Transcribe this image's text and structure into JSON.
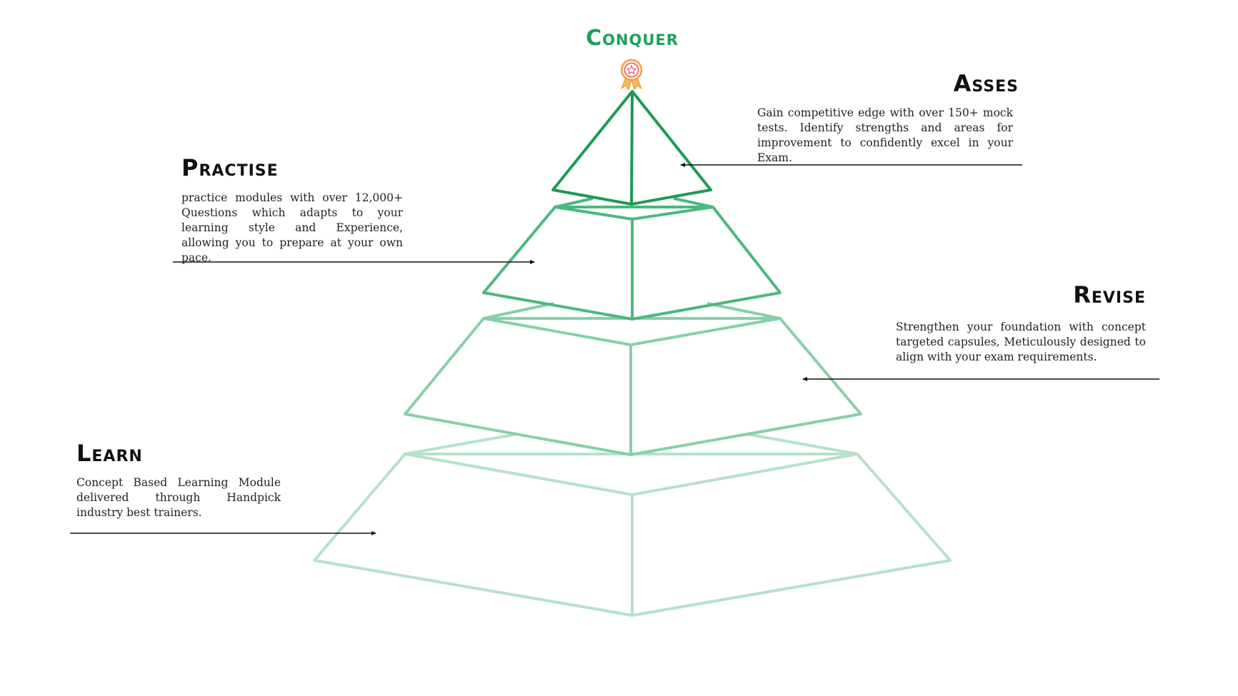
{
  "apex": {
    "label": "Conquer",
    "icon": "award-ribbon-icon"
  },
  "stages": {
    "asses": {
      "title": "Asses",
      "description": "Gain competitive edge with over 150+ mock tests. Identify strengths and areas for improvement to confidently excel in your Exam."
    },
    "practise": {
      "title": "Practise",
      "description": "practice modules with over 12,000+ Questions which adapts to your learning style and Experience, allowing you to prepare at your own pace."
    },
    "revise": {
      "title": "Revise",
      "description": "Strengthen your foundation with concept targeted capsules, Meticulously designed to align with your exam requirements."
    },
    "learn": {
      "title": "Learn",
      "description": "Concept Based Learning Module delivered through Handpick industry best trainers."
    }
  },
  "colors": {
    "apex": "#1aa05a",
    "tier_top": "#1d9a55",
    "tier_2": "#4cb87e",
    "tier_3": "#86d0a8",
    "tier_4": "#b5e2c9",
    "arrow": "#111111",
    "text": "#222222"
  }
}
